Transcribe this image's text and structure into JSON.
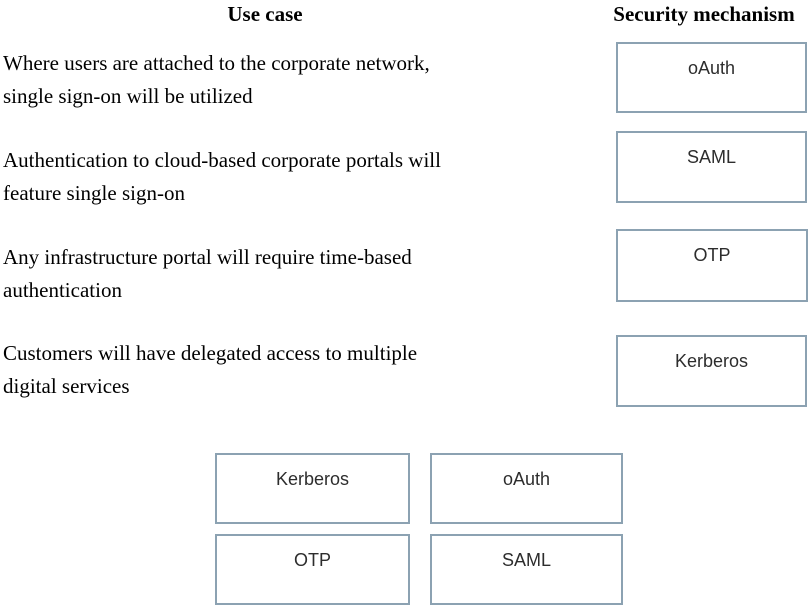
{
  "headers": {
    "use_case": "Use case",
    "security_mechanism": "Security mechanism"
  },
  "use_cases": [
    {
      "lines": [
        "Where users are attached to the corporate network,",
        "single sign-on will be utilized"
      ]
    },
    {
      "lines": [
        "Authentication to cloud-based corporate portals will",
        "feature single sign-on"
      ]
    },
    {
      "lines": [
        "Any infrastructure portal will require time-based",
        "authentication"
      ]
    },
    {
      "lines": [
        "Customers will have delegated access to multiple",
        "digital services"
      ]
    }
  ],
  "answer_slots": [
    {
      "label": "oAuth"
    },
    {
      "label": "SAML"
    },
    {
      "label": "OTP"
    },
    {
      "label": "Kerberos"
    }
  ],
  "options": [
    {
      "label": "Kerberos"
    },
    {
      "label": "oAuth"
    },
    {
      "label": "OTP"
    },
    {
      "label": "SAML"
    }
  ],
  "colors": {
    "box_border": "#8ca2b2",
    "box_label": "#2d2d2d",
    "text": "#000000",
    "background": "#ffffff"
  }
}
